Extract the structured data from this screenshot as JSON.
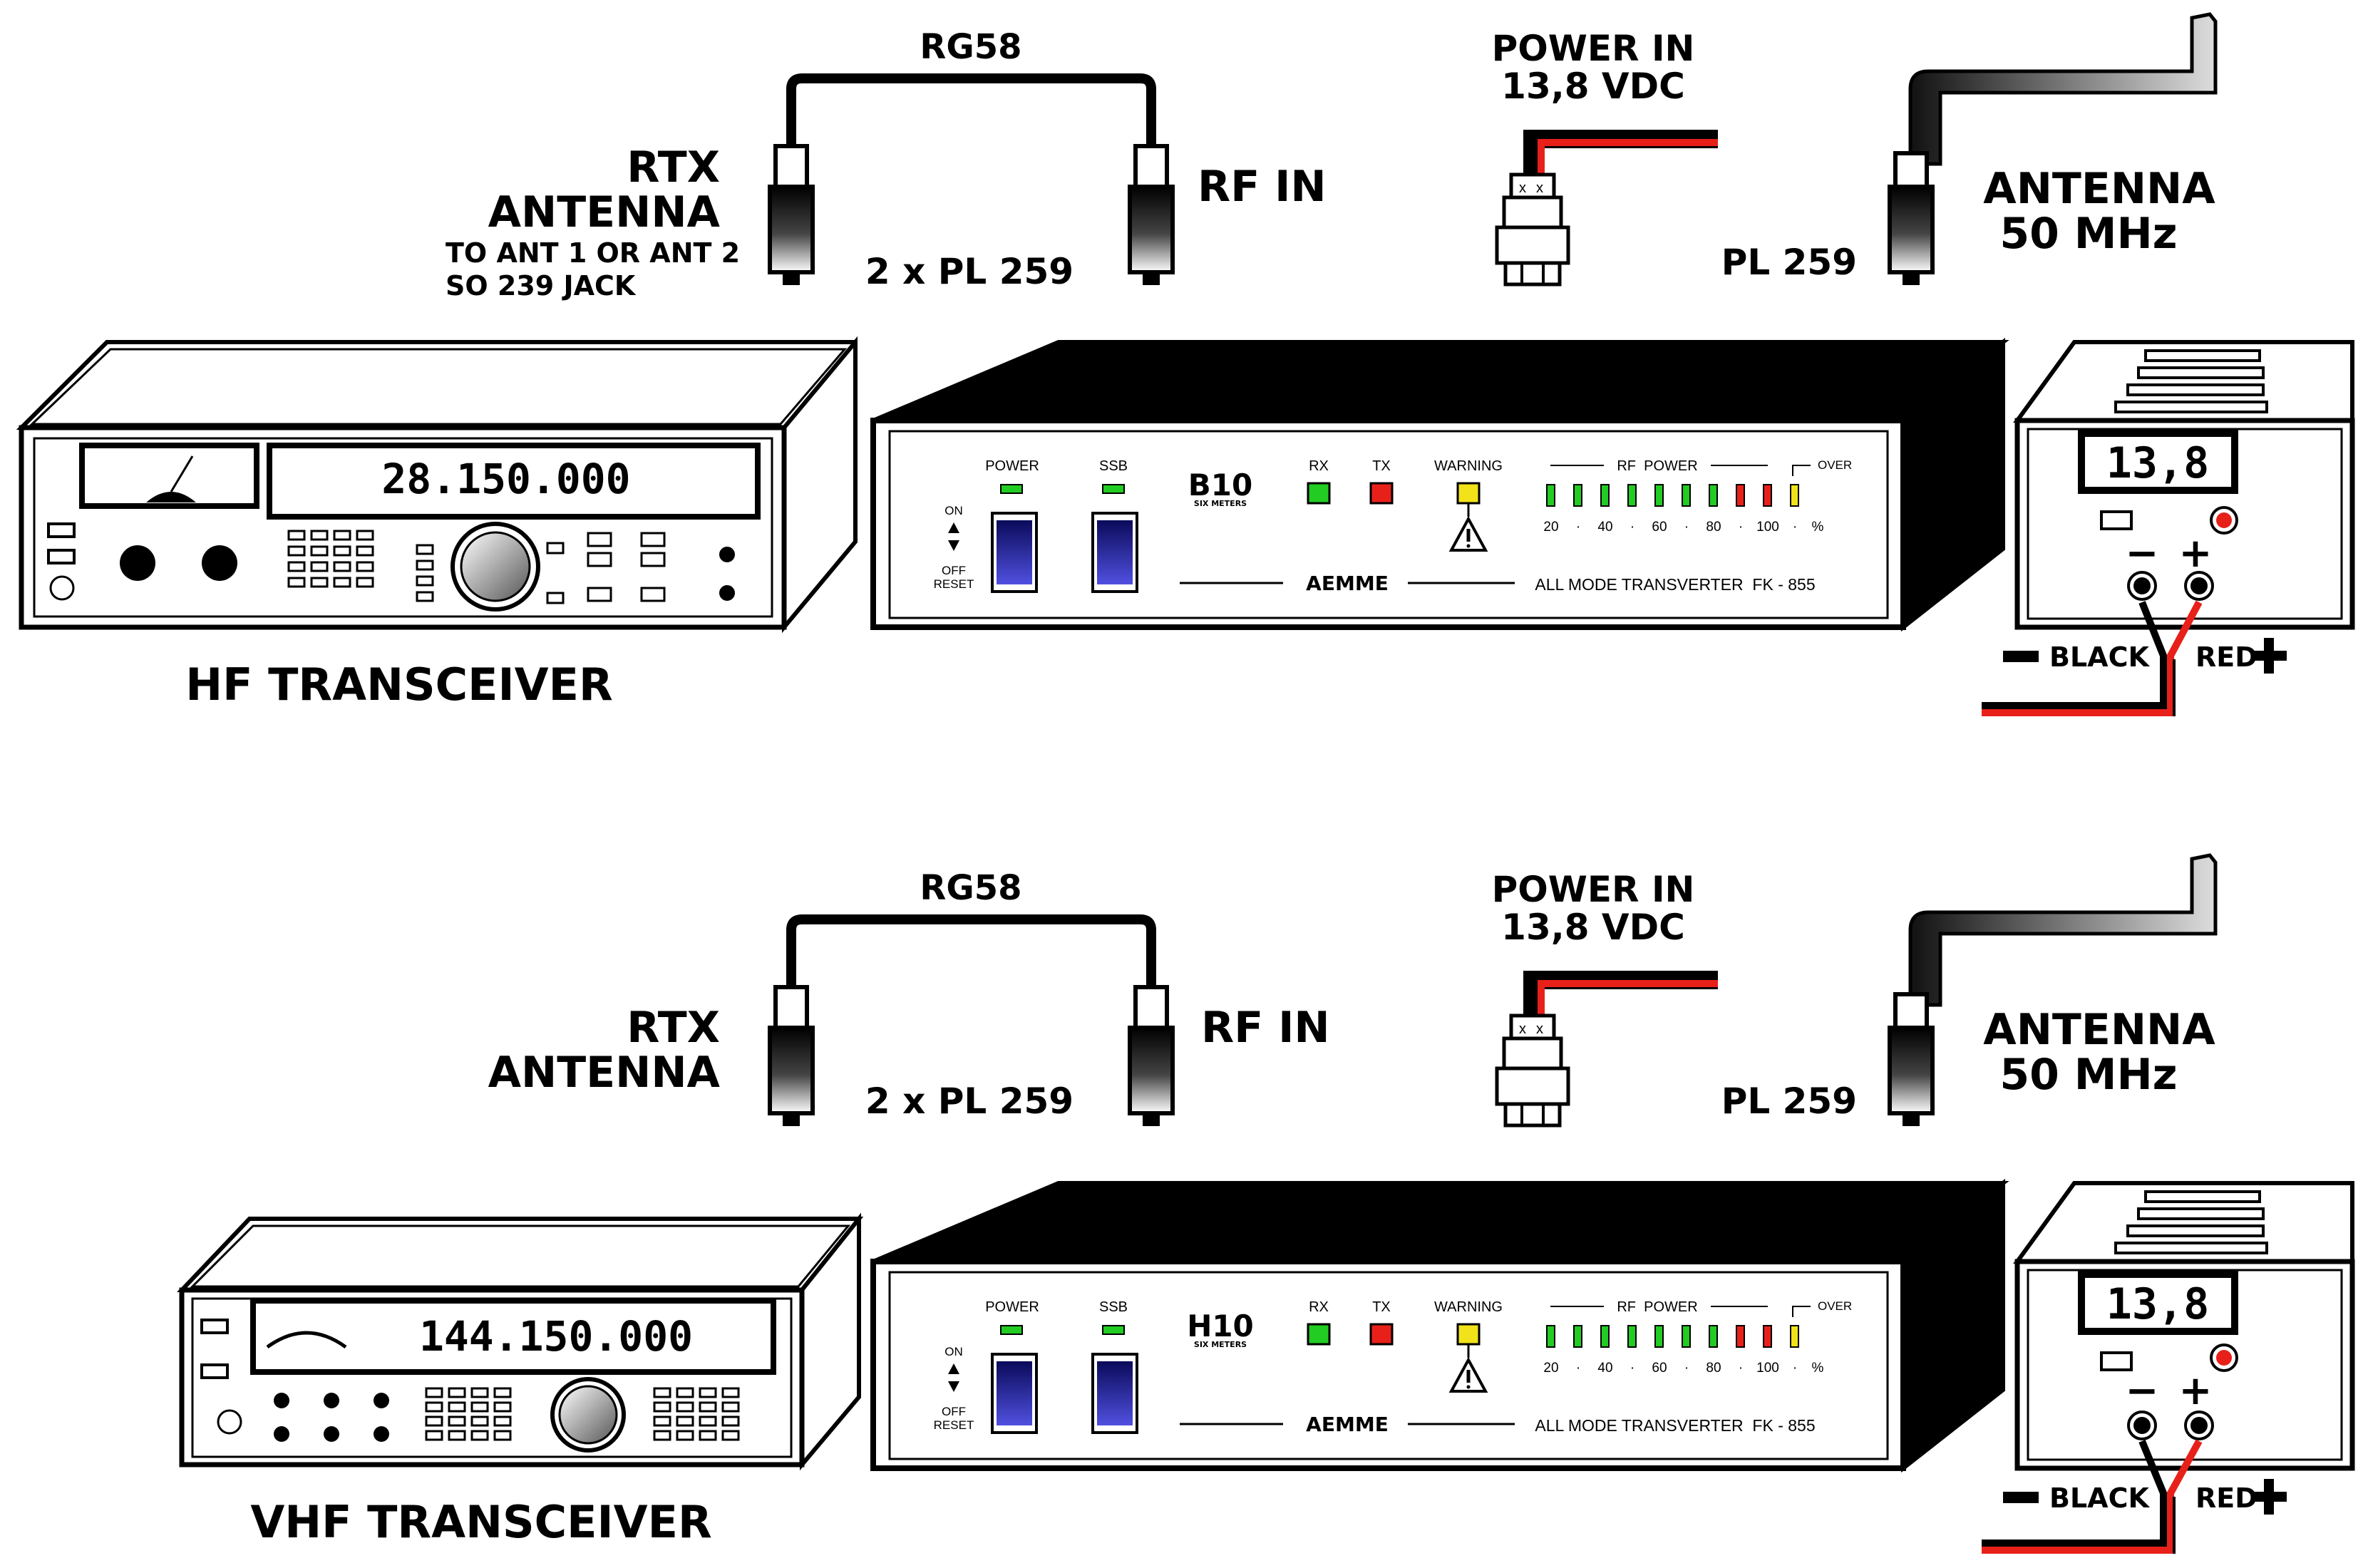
{
  "colors": {
    "red": "#e8201a",
    "green": "#22cc22",
    "yellow": "#f2e21a",
    "blue": "#1c1c9c",
    "black": "#000000"
  },
  "setups": [
    {
      "cable_label": "RG58",
      "rtx_line1": "RTX",
      "rtx_line2": "ANTENNA",
      "rtx_sub1": "TO ANT 1 OR ANT 2",
      "rtx_sub2": "SO 239 JACK",
      "rf_in": "RF IN",
      "connectors": "2 x PL 259",
      "power_in1": "POWER IN",
      "power_in2": "13,8 VDC",
      "ant_line1": "ANTENNA",
      "ant_line2": "50 MHz",
      "pl259": "PL 259",
      "radio_freq": "28.150.000",
      "radio_label": "HF TRANSCEIVER",
      "psu_display": "13,8",
      "psu_minus": "−",
      "psu_plus": "+",
      "black": "BLACK",
      "red": "RED",
      "transverter": {
        "power": "POWER",
        "ssb": "SSB",
        "on": "ON",
        "off": "OFF",
        "reset": "RESET",
        "model": "B10",
        "model_sub": "SIX METERS",
        "rx": "RX",
        "tx": "TX",
        "warning": "WARNING",
        "rf_power": "RF  POWER",
        "over": "OVER",
        "scale": [
          "20",
          "·",
          "40",
          "·",
          "60",
          "·",
          "80",
          "·",
          "100",
          "·",
          "%"
        ],
        "brand": "AEMME",
        "desc": "ALL MODE TRANSVERTER  FK - 855"
      }
    },
    {
      "cable_label": "RG58",
      "rtx_line1": "RTX",
      "rtx_line2": "ANTENNA",
      "rf_in": "RF IN",
      "connectors": "2 x PL 259",
      "power_in1": "POWER IN",
      "power_in2": "13,8 VDC",
      "ant_line1": "ANTENNA",
      "ant_line2": "50 MHz",
      "pl259": "PL 259",
      "radio_freq": "144.150.000",
      "radio_label": "VHF TRANSCEIVER",
      "psu_display": "13,8",
      "psu_minus": "−",
      "psu_plus": "+",
      "black": "BLACK",
      "red": "RED",
      "transverter": {
        "power": "POWER",
        "ssb": "SSB",
        "on": "ON",
        "off": "OFF",
        "reset": "RESET",
        "model": "H10",
        "model_sub": "SIX METERS",
        "rx": "RX",
        "tx": "TX",
        "warning": "WARNING",
        "rf_power": "RF  POWER",
        "over": "OVER",
        "scale": [
          "20",
          "·",
          "40",
          "·",
          "60",
          "·",
          "80",
          "·",
          "100",
          "·",
          "%"
        ],
        "brand": "AEMME",
        "desc": "ALL MODE TRANSVERTER  FK - 855"
      }
    }
  ]
}
